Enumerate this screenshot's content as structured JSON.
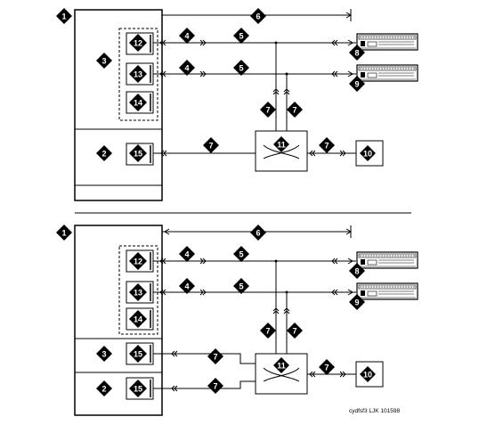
{
  "callouts": {
    "c1": "1",
    "c2": "2",
    "c3": "3",
    "c4": "4",
    "c5": "5",
    "c6": "6",
    "c7": "7",
    "c8": "8",
    "c9": "9",
    "c10": "10",
    "c11": "11",
    "c12": "12",
    "c13": "13",
    "c14": "14",
    "c15": "15"
  },
  "caption": "cydfsf3 LJK 101598"
}
